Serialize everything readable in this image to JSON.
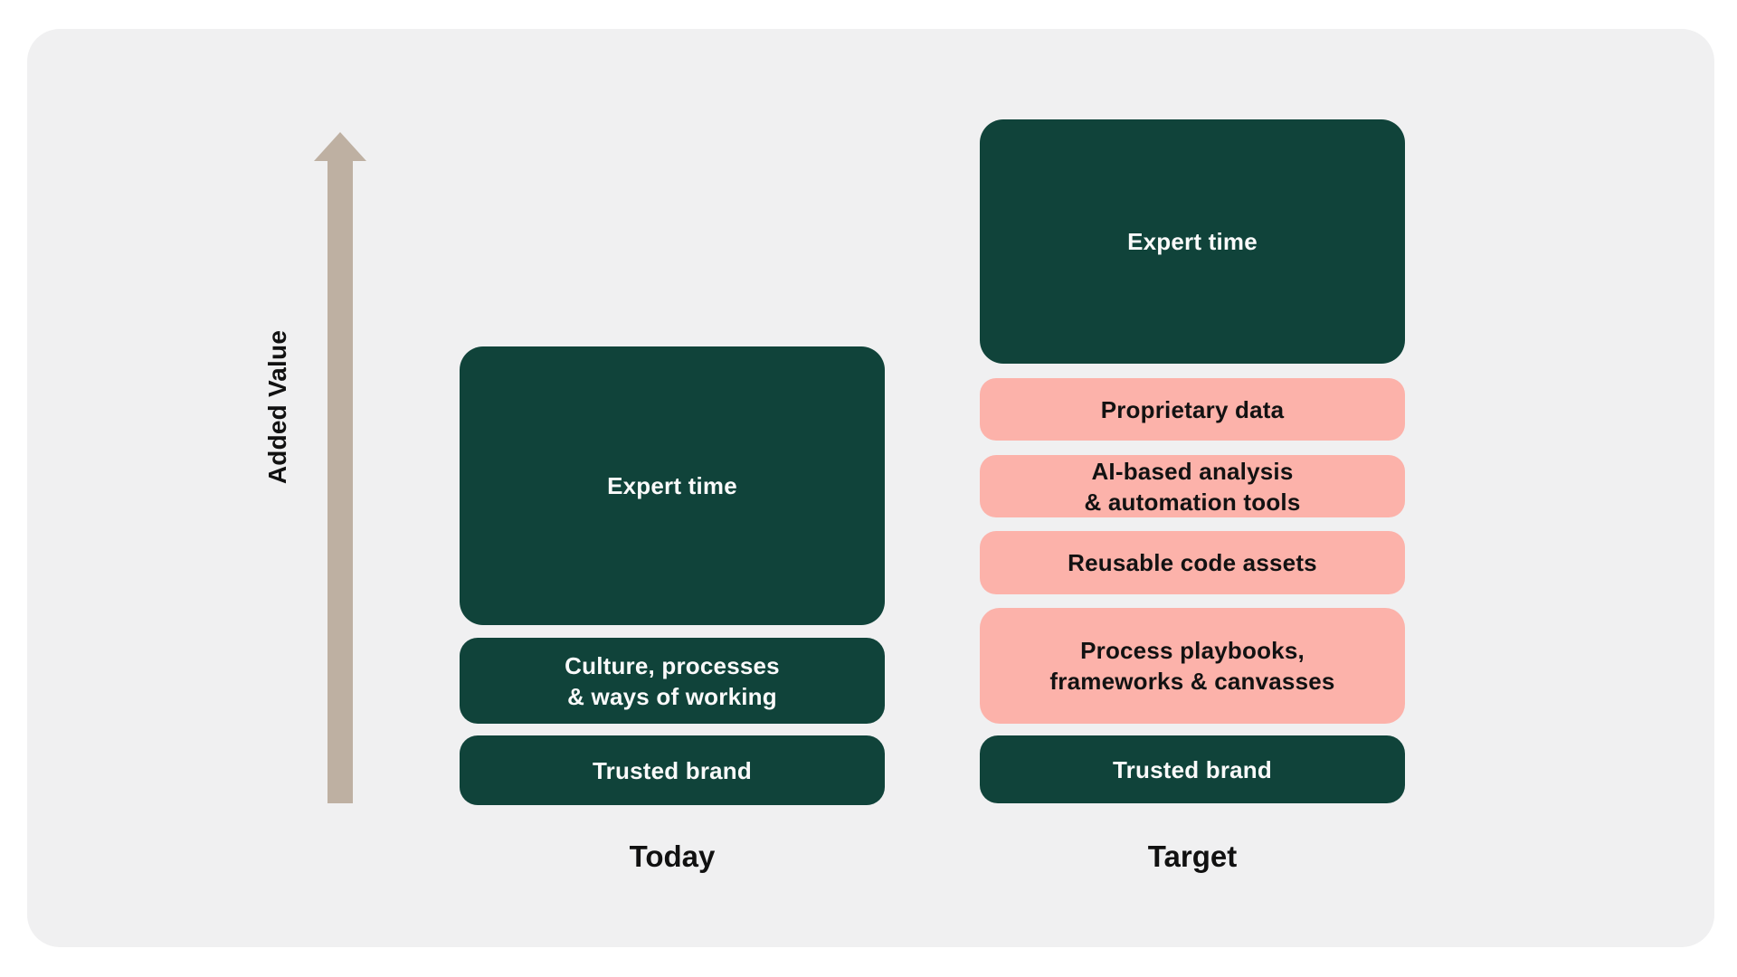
{
  "axis": {
    "label": "Added Value"
  },
  "columns": [
    {
      "label": "Today",
      "blocks": [
        {
          "text": "Expert time",
          "color": "green"
        },
        {
          "text": "Culture, processes\n& ways of working",
          "color": "green"
        },
        {
          "text": "Trusted brand",
          "color": "green"
        }
      ]
    },
    {
      "label": "Target",
      "blocks": [
        {
          "text": "Expert time",
          "color": "green"
        },
        {
          "text": "Proprietary data",
          "color": "pink"
        },
        {
          "text": "AI-based analysis\n& automation tools",
          "color": "pink"
        },
        {
          "text": "Reusable code assets",
          "color": "pink"
        },
        {
          "text": "Process playbooks,\nframeworks & canvasses",
          "color": "pink"
        },
        {
          "text": "Trusted brand",
          "color": "green"
        }
      ]
    }
  ],
  "colors": {
    "block_green": "#10433a",
    "block_pink": "#fcb2aa",
    "arrow_tan": "#beb0a2",
    "card_background": "#f0f0f1",
    "page_background": "#ffffff",
    "text_on_green": "#fafafa",
    "text_on_pink": "#121212",
    "label_text": "#111111"
  }
}
